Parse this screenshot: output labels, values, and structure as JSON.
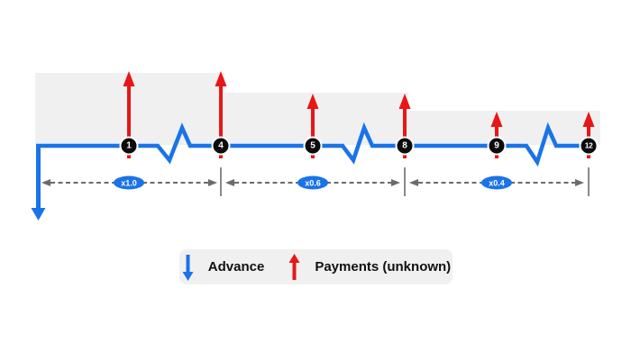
{
  "diagram": {
    "type": "payment-schedule-timeline",
    "nodes": [
      {
        "label": "1"
      },
      {
        "label": "4"
      },
      {
        "label": "5"
      },
      {
        "label": "8"
      },
      {
        "label": "9"
      },
      {
        "label": "12"
      }
    ],
    "intervals": [
      {
        "label": "x1.0",
        "from": "start",
        "to": "4"
      },
      {
        "label": "x0.6",
        "from": "4",
        "to": "8"
      },
      {
        "label": "x0.4",
        "from": "8",
        "to": "12"
      }
    ],
    "legend": {
      "items": [
        {
          "icon": "advance-down-arrow-icon",
          "label": "Advance",
          "color": "#1a73e8"
        },
        {
          "icon": "payments-up-arrow-icon",
          "label": "Payments (unknown)",
          "color": "#e81616"
        }
      ]
    },
    "colors": {
      "advance_blue": "#1a73e8",
      "payments_red": "#e81616",
      "band_gray": "#f0f0f0",
      "node_black": "#0c0c0c",
      "dashed_gray": "#6b6b6b",
      "divider_gray": "#8a8a8a",
      "legend_bg": "#f0f0f0"
    }
  }
}
